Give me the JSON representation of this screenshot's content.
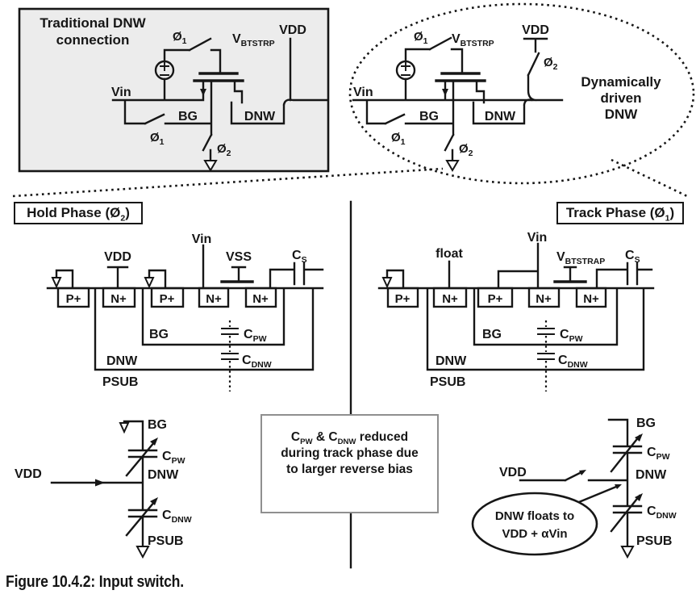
{
  "palette": {
    "ink": "#161616",
    "panel_fill": "#ececec",
    "note_border": "#8f8f8f"
  },
  "caption": "Figure 10.4.2: Input switch.",
  "traditional": {
    "title1": "Traditional DNW",
    "title2": "connection",
    "phi_top": "Ø",
    "phi_top_sub": "1",
    "vbtstrp": "V",
    "vbtstrp_sub": "BTSTRP",
    "vdd": "VDD",
    "vin": "Vin",
    "bg": "BG",
    "dnw": "DNW",
    "phi_left": "Ø",
    "phi_left_sub": "1",
    "phi_bot": "Ø",
    "phi_bot_sub": "2"
  },
  "dynamic": {
    "phi_top": "Ø",
    "phi_top_sub": "1",
    "vbtstrp": "V",
    "vbtstrp_sub": "BTSTRP",
    "vdd": "VDD",
    "phi_vdd": "Ø",
    "phi_vdd_sub": "2",
    "vin": "Vin",
    "bg": "BG",
    "dnw": "DNW",
    "phi_left": "Ø",
    "phi_left_sub": "1",
    "phi_bot": "Ø",
    "phi_bot_sub": "2",
    "note1": "Dynamically",
    "note2": "driven",
    "note3": "DNW"
  },
  "hold": {
    "title_pre": "Hold Phase (Ø",
    "title_sub": "2",
    "title_post": ")",
    "vdd": "VDD",
    "vin": "Vin",
    "vss": "VSS",
    "cs": "C",
    "cs_sub": "S",
    "wells": [
      "P+",
      "N+",
      "P+",
      "N+",
      "N+"
    ],
    "bg": "BG",
    "dnw": "DNW",
    "psub": "PSUB",
    "cpw": "C",
    "cpw_sub": "PW",
    "cdnw": "C",
    "cdnw_sub": "DNW"
  },
  "track": {
    "title_pre": "Track Phase (Ø",
    "title_sub": "1",
    "title_post": ")",
    "float": "float",
    "vin": "Vin",
    "vbtstrap": "V",
    "vbtstrap_sub": "BTSTRAP",
    "cs": "C",
    "cs_sub": "S",
    "wells": [
      "P+",
      "N+",
      "P+",
      "N+",
      "N+"
    ],
    "bg": "BG",
    "dnw": "DNW",
    "psub": "PSUB",
    "cpw": "C",
    "cpw_sub": "PW",
    "cdnw": "C",
    "cdnw_sub": "DNW"
  },
  "hold_model": {
    "bg": "BG",
    "cpw": "C",
    "cpw_sub": "PW",
    "vdd": "VDD",
    "dnw": "DNW",
    "cdnw": "C",
    "cdnw_sub": "DNW",
    "psub": "PSUB"
  },
  "track_model": {
    "bg": "BG",
    "cpw": "C",
    "cpw_sub": "PW",
    "vdd": "VDD",
    "dnw": "DNW",
    "cdnw": "C",
    "cdnw_sub": "DNW",
    "psub": "PSUB",
    "balloon1": "DNW floats to",
    "balloon2": "VDD + αVin"
  },
  "note": {
    "l1a": "C",
    "l1a_sub": "PW",
    "l1b": " & C",
    "l1b_sub": "DNW",
    "l1c": " reduced",
    "l2": "during track phase due",
    "l3": "to larger reverse bias"
  }
}
